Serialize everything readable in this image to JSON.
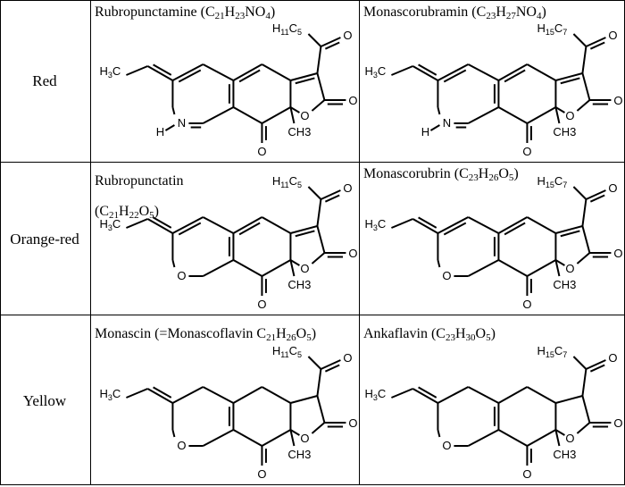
{
  "rows": [
    {
      "label": "Red",
      "left": {
        "name": "Rubropunctamine (C",
        "formula_parts": [
          [
            "21",
            "sub"
          ],
          [
            "H",
            ""
          ],
          [
            "23",
            "sub"
          ],
          [
            "NO",
            ""
          ],
          [
            "4",
            "sub"
          ],
          [
            ")",
            ""
          ]
        ],
        "side_chain": "H11C5"
      },
      "right": {
        "name": "Monascorubramin (C",
        "formula_parts": [
          [
            "23",
            "sub"
          ],
          [
            "H",
            ""
          ],
          [
            "27",
            "sub"
          ],
          [
            "NO",
            ""
          ],
          [
            "4",
            "sub"
          ],
          [
            ")",
            ""
          ]
        ],
        "side_chain": "H15C7"
      }
    },
    {
      "label": "Orange-red",
      "left": {
        "name": "Rubropunctatin",
        "name_line2": "(C",
        "formula_parts": [
          [
            "21",
            "sub"
          ],
          [
            "H",
            ""
          ],
          [
            "22",
            "sub"
          ],
          [
            "O",
            ""
          ],
          [
            "5",
            "sub"
          ],
          [
            ")",
            ""
          ]
        ],
        "side_chain": "H11C5"
      },
      "right": {
        "name": "Monascorubrin (C",
        "formula_parts": [
          [
            "23",
            "sub"
          ],
          [
            "H",
            ""
          ],
          [
            "26",
            "sub"
          ],
          [
            "O",
            ""
          ],
          [
            "5",
            "sub"
          ],
          [
            ")",
            ""
          ]
        ],
        "side_chain": "H15C7"
      }
    },
    {
      "label": "Yellow",
      "left": {
        "name": "Monascin (=Monascoflavin C",
        "formula_parts": [
          [
            "21",
            "sub"
          ],
          [
            "H",
            ""
          ],
          [
            "26",
            "sub"
          ],
          [
            "O",
            ""
          ],
          [
            "5",
            "sub"
          ],
          [
            ")",
            ""
          ]
        ],
        "side_chain": "H11C5"
      },
      "right": {
        "name": "Ankaflavin (C",
        "formula_parts": [
          [
            "23",
            "sub"
          ],
          [
            "H",
            ""
          ],
          [
            "30",
            "sub"
          ],
          [
            "O",
            ""
          ],
          [
            "5",
            "sub"
          ],
          [
            ")",
            ""
          ]
        ],
        "side_chain": "H15C7"
      }
    }
  ],
  "atoms": {
    "methyl_left": "H3C",
    "methyl_bottom": "CH3",
    "oxygen": "O",
    "nitrogen": "N",
    "hydrogen": "H"
  }
}
